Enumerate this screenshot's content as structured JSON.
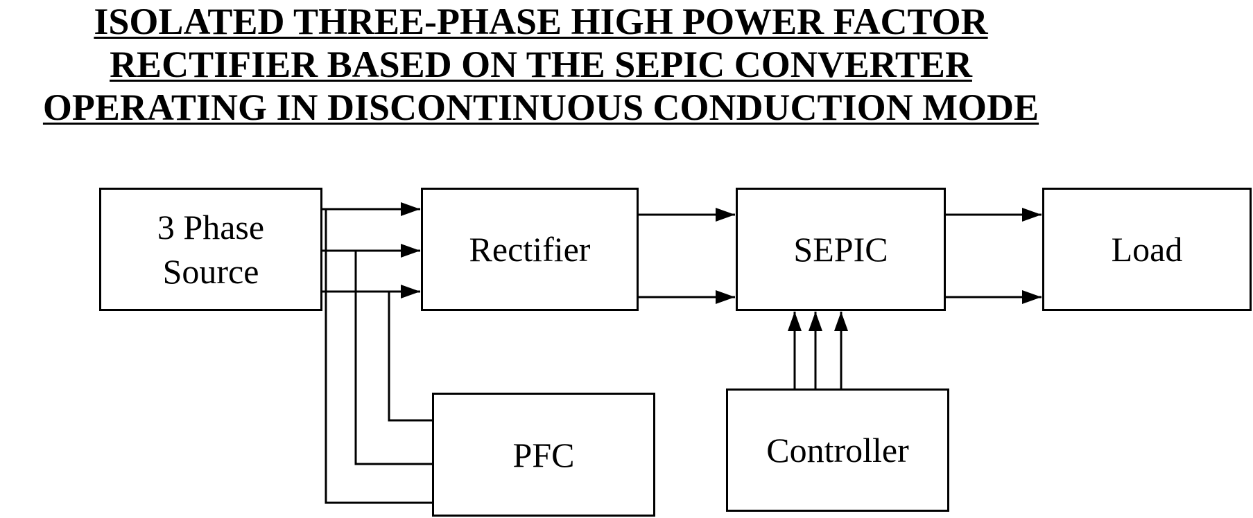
{
  "title": {
    "lines": [
      "ISOLATED THREE-PHASE HIGH POWER FACTOR",
      "RECTIFIER BASED ON THE SEPIC CONVERTER",
      "OPERATING IN DISCONTINUOUS CONDUCTION MODE"
    ]
  },
  "blocks": {
    "source": {
      "line1": "3 Phase",
      "line2": "Source"
    },
    "rectifier": {
      "label": "Rectifier"
    },
    "sepic": {
      "label": "SEPIC"
    },
    "load": {
      "label": "Load"
    },
    "pfc": {
      "label": "PFC"
    },
    "controller": {
      "label": "Controller"
    }
  },
  "colors": {
    "line": "#000000",
    "background": "#ffffff"
  }
}
